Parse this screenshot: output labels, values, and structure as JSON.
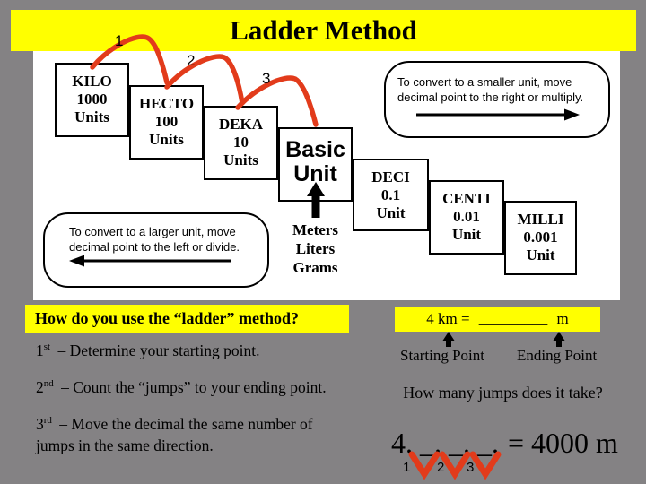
{
  "title": "Ladder Method",
  "ladder": {
    "steps": [
      {
        "name": "KILO",
        "value": "1000",
        "unit": "Units"
      },
      {
        "name": "HECTO",
        "value": "100",
        "unit": "Units"
      },
      {
        "name": "DEKA",
        "value": "10",
        "unit": "Units"
      },
      {
        "name": "Basic Unit"
      },
      {
        "name": "DECI",
        "value": "0.1",
        "unit": "Unit"
      },
      {
        "name": "CENTI",
        "value": "0.01",
        "unit": "Unit"
      },
      {
        "name": "MILLI",
        "value": "0.001",
        "unit": "Unit"
      }
    ],
    "jump_labels": [
      "1",
      "2",
      "3"
    ],
    "basic_unit_examples": [
      "Meters",
      "Liters",
      "Grams"
    ]
  },
  "callouts": {
    "smaller": {
      "lines": [
        "To convert to a smaller unit, move",
        "decimal  point to the right or multiply."
      ]
    },
    "larger": {
      "lines": [
        "To convert to a larger unit, move",
        "decimal  point to the left or divide."
      ]
    }
  },
  "howto": {
    "question": "How do you use the “ladder” method?",
    "steps": [
      {
        "ord": "1",
        "sup": "st",
        "text": "– Determine your starting point."
      },
      {
        "ord": "2",
        "sup": "nd",
        "text": "– Count the “jumps” to your ending point."
      },
      {
        "ord": "3",
        "sup": "rd",
        "text": "– Move the decimal the same number of jumps in the same direction."
      }
    ]
  },
  "example": {
    "problem": {
      "prefix": "4 km =",
      "blank": "_________",
      "suffix": "m"
    },
    "starting_point_label": "Starting Point",
    "ending_point_label": "Ending Point",
    "jumps_question": "How many jumps does it take?",
    "equation": {
      "lead": "4.",
      "blanks": "_. _. _.",
      "result": "= 4000 m"
    },
    "jump_numbers": [
      "1",
      "2",
      "3"
    ]
  },
  "colors": {
    "background": "#848284",
    "highlight_yellow": "#FFFF00",
    "jump_red": "#E23B1B",
    "text_black": "#000000"
  }
}
